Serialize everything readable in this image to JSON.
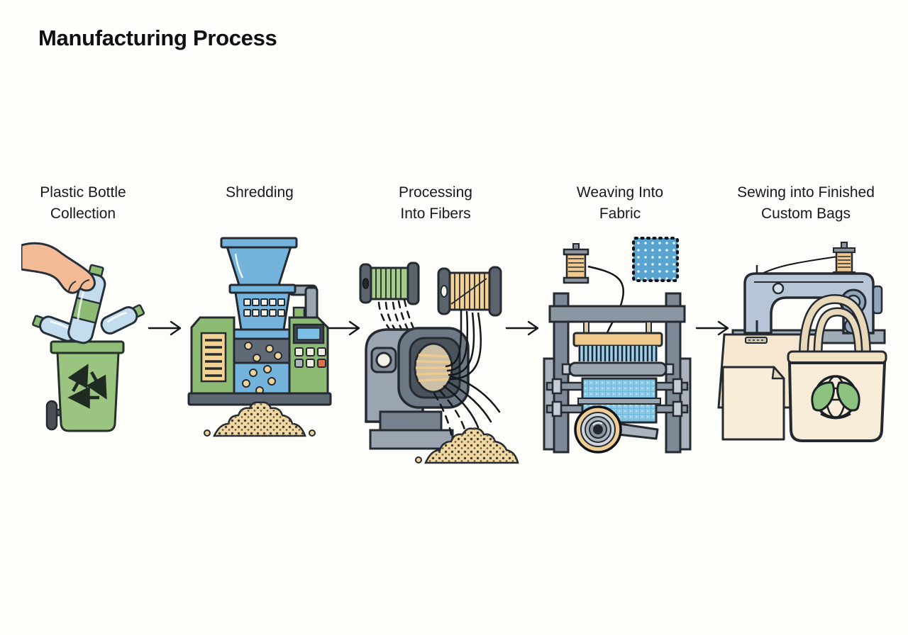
{
  "page": {
    "title": "Manufacturing Process",
    "background_color": "#fdfdfa",
    "text_color": "#17191c"
  },
  "steps": [
    {
      "id": "collection",
      "label": "Plastic Bottle Collection",
      "lines": [
        "Plastic Bottle",
        "Collection"
      ],
      "illustration": "hand-dropping-plastic-bottle-into-green-recycling-bin"
    },
    {
      "id": "shredding",
      "label": "Shredding",
      "lines": [
        "Shredding"
      ],
      "illustration": "industrial-shredder-machine-producing-plastic-flake-pile"
    },
    {
      "id": "fibers",
      "label": "Processing Into Fibers",
      "lines": [
        "Processing",
        "Into Fibers"
      ],
      "illustration": "fiber-extruder-with-green-and-tan-thread-spools-and-pellet-pile"
    },
    {
      "id": "weaving",
      "label": "Weaving Into Fabric",
      "lines": [
        "Weaving Into",
        "Fabric"
      ],
      "illustration": "weaving-loom-with-blue-fabric-swatch-spool-and-coil-tool"
    },
    {
      "id": "sewing",
      "label": "Sewing into Finished Custom Bags",
      "lines": [
        "Sewing into Finished",
        "Custom Bags"
      ],
      "illustration": "sewing-machine-with-eco-logo-tote-bag-and-fabric-sheet"
    }
  ],
  "connectors": {
    "icon": "arrow-right-icon",
    "count": 4
  },
  "palette": {
    "bin_green": "#9ac47f",
    "hopper_blue": "#74b3dc",
    "pellet_tan": "#f1d8a2",
    "fiber_green": "#a6cb8c",
    "fiber_tan": "#f3d196",
    "steel_gray": "#9aa5b1",
    "fabric_blue": "#8ccae8",
    "bag_cream": "#f8edd8",
    "leaf_green": "#8cc380",
    "skin_tone": "#f3bb95",
    "outline": "#242a30"
  }
}
